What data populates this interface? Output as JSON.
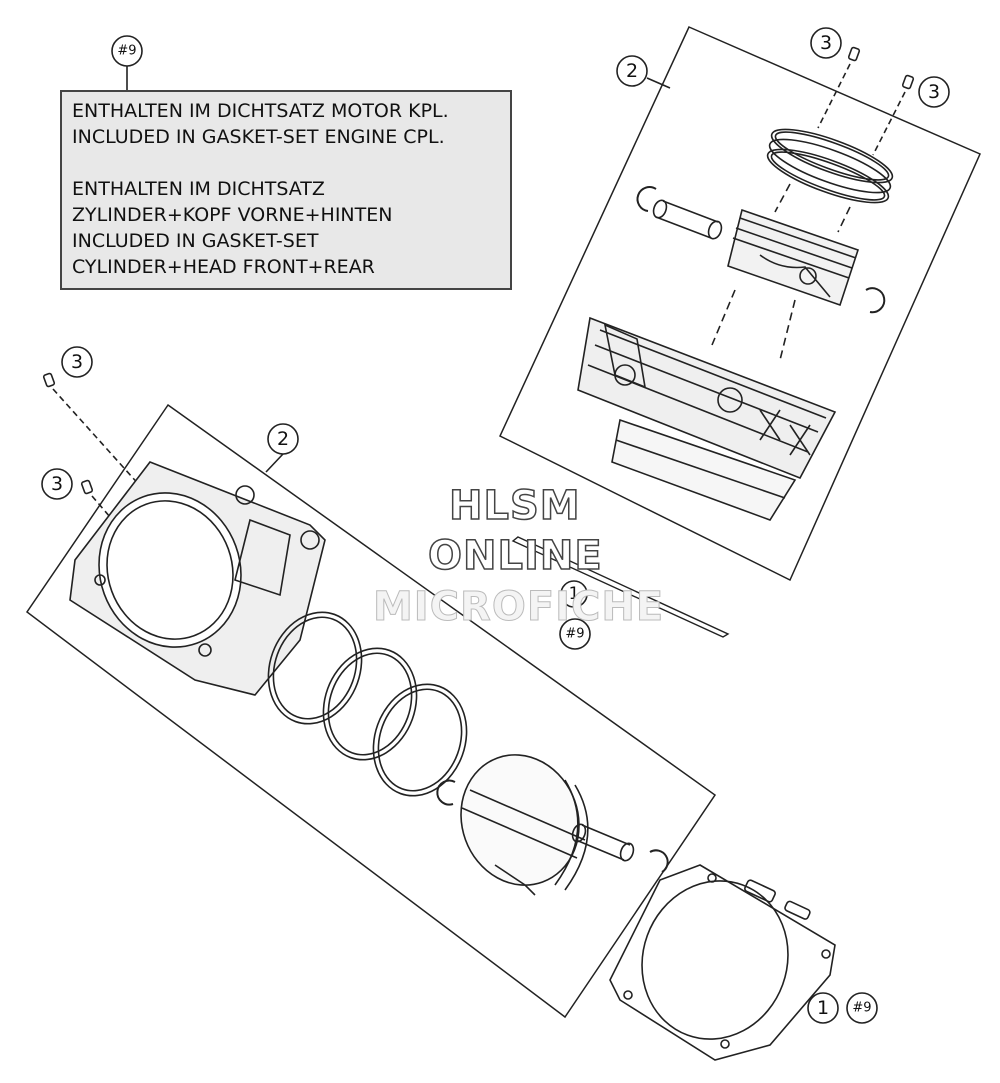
{
  "callouts": {
    "gasket_set_tag": "#9",
    "item_1": "1",
    "item_2": "2",
    "item_3": "3"
  },
  "note": {
    "line1": "ENTHALTEN IM DICHTSATZ MOTOR KPL.",
    "line2": "INCLUDED IN GASKET-SET ENGINE CPL.",
    "line3": "ENTHALTEN IM DICHTSATZ",
    "line4": "ZYLINDER+KOPF VORNE+HINTEN",
    "line5": "INCLUDED IN GASKET-SET",
    "line6": "CYLINDER+HEAD FRONT+REAR"
  },
  "watermark": {
    "line1": "HLSM",
    "line2": "ONLINE",
    "line3": "MICROFICHE"
  }
}
